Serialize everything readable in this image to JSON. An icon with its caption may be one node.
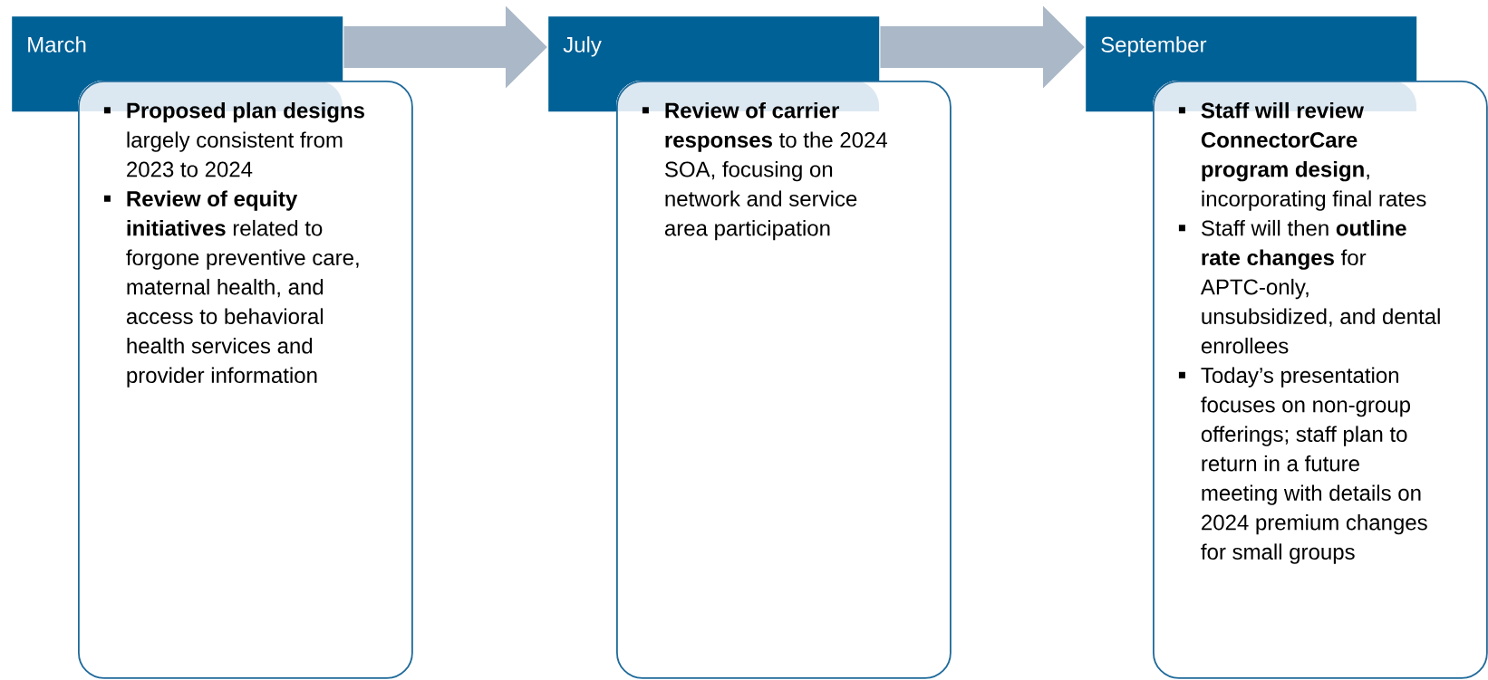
{
  "diagram": {
    "nodes": [
      {
        "text": [
          "March"
        ]
      },
      {
        "text": [
          "**Proposed plan designs** largely consistent from 2023 to 2024",
          "**Review of equity initiatives** related to forgone preventive care, maternal health, and access to behavioral health services and provider information"
        ]
      },
      {
        "text": [
          "July"
        ]
      },
      {
        "text": [
          "**Review of carrier responses** to the 2024 SOA, focusing on network and service area participation"
        ]
      },
      {
        "text": [
          "September"
        ]
      },
      {
        "text": [
          "**Staff will review ConnectorCare program design**, incorporating final rates",
          "Staff will then **outline rate changes** for APTC-only, unsubsidized, and dental enrollees",
          "Today’s presentation focuses on non-group offerings; staff plan to return in a future meeting with details on 2024 premium changes for small groups"
        ]
      }
    ],
    "edges": [
      {
        "from": 0,
        "to": 2,
        "arrow": "to"
      },
      {
        "from": 2,
        "to": 4,
        "arrow": "to"
      }
    ]
  }
}
